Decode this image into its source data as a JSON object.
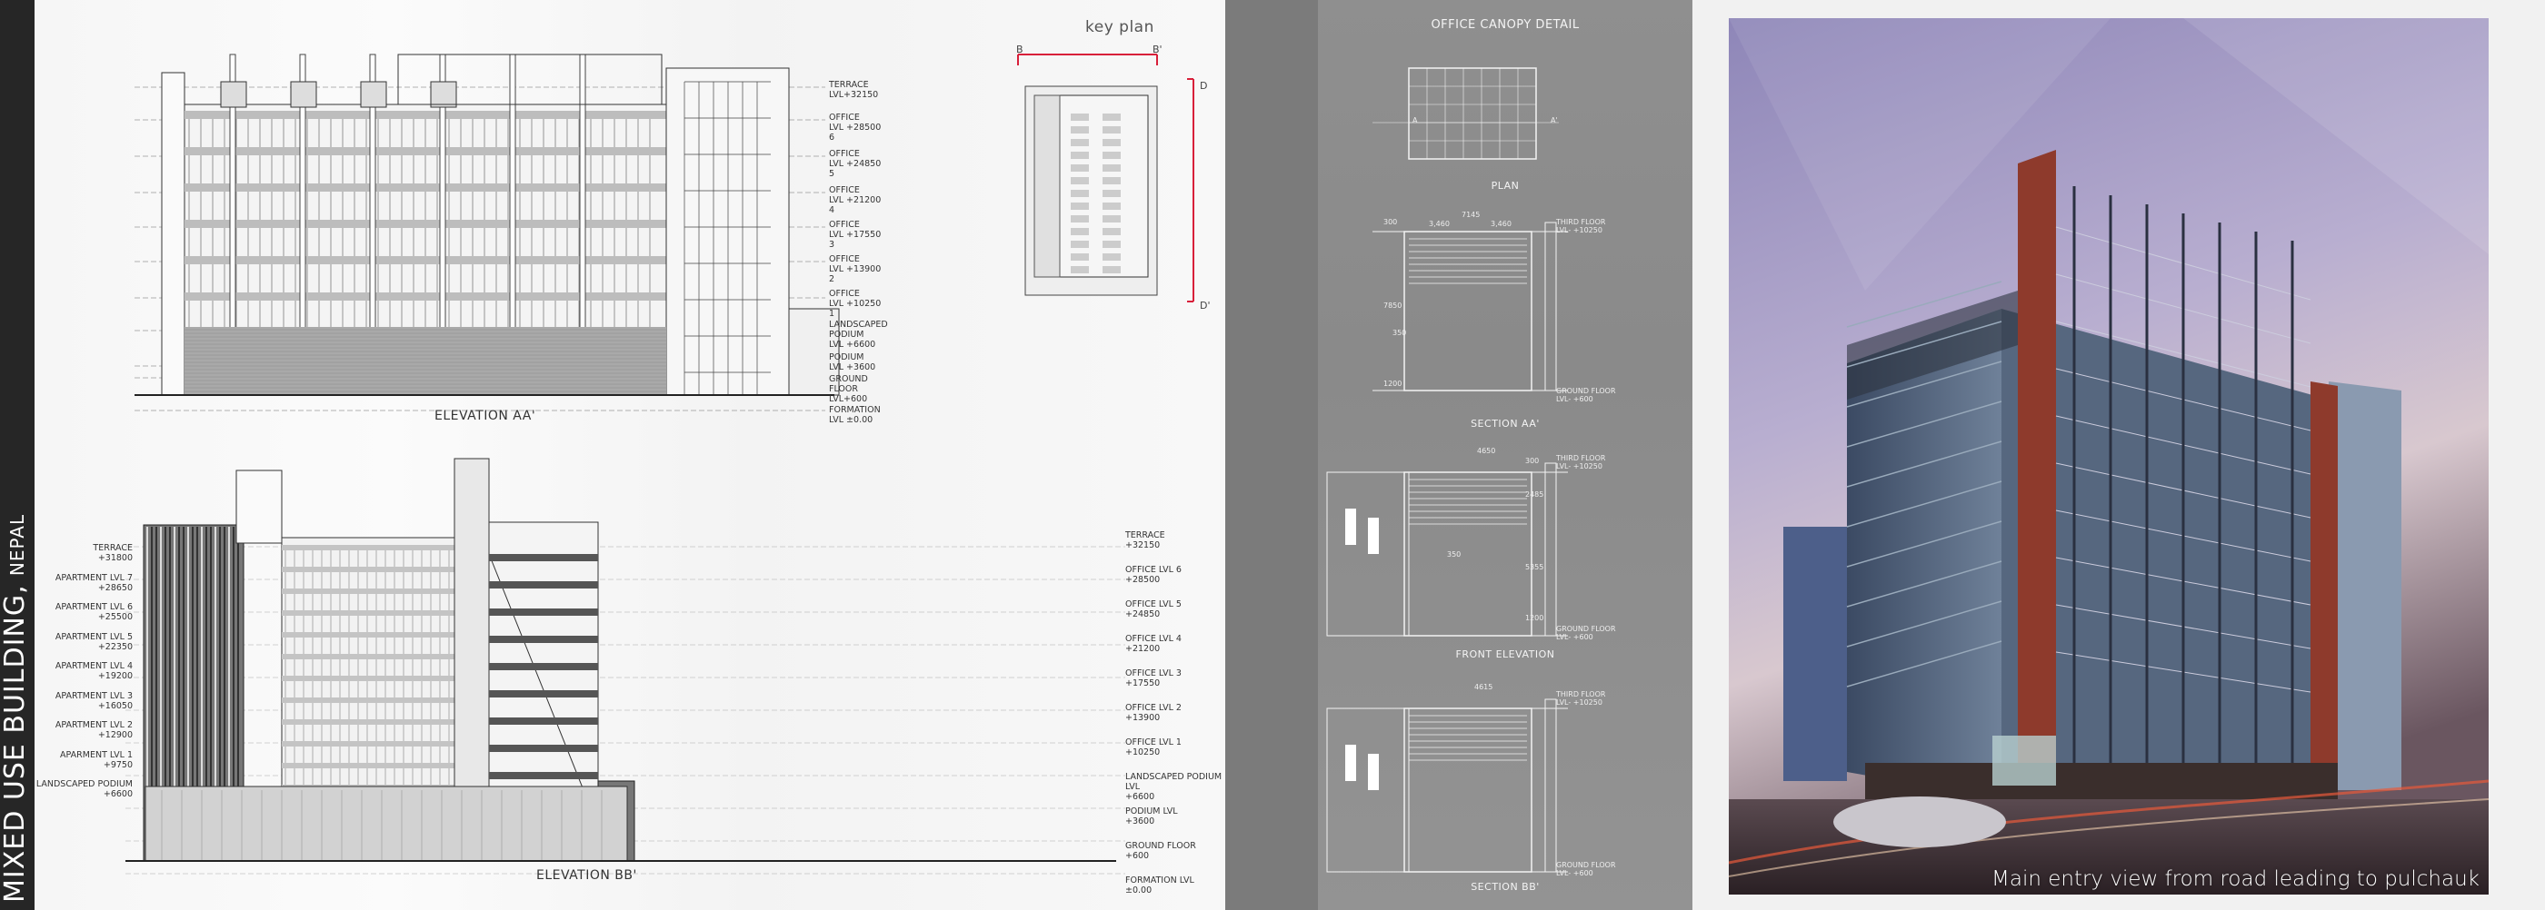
{
  "board": {
    "title_main": "MIXED USE BUILDING,",
    "title_sub": "NEPAL"
  },
  "elevation_aa": {
    "title": "ELEVATION AA'",
    "levels": [
      "TERRACE\nLVL+32150",
      "OFFICE\nLVL +28500\n6",
      "OFFICE\nLVL +24850\n5",
      "OFFICE\nLVL +21200\n4",
      "OFFICE\nLVL +17550\n3",
      "OFFICE\nLVL +13900\n2",
      "OFFICE\nLVL +10250\n1",
      "LANDSCAPED\nPODIUM\nLVL +6600",
      "PODIUM\nLVL +3600",
      "GROUND\nFLOOR\nLVL+600",
      "FORMATION\nLVL ±0.00"
    ]
  },
  "key_plan": {
    "title": "key plan",
    "markers": [
      "B",
      "B'",
      "D",
      "D'"
    ],
    "accent_color": "#d8203a"
  },
  "elevation_bb": {
    "title": "ELEVATION BB'",
    "left_levels": [
      "TERRACE\n+31800",
      "APARTMENT LVL 7\n+28650",
      "APARTMENT LVL 6\n+25500",
      "APARTMENT LVL 5\n+22350",
      "APARTMENT LVL 4\n+19200",
      "APARTMENT LVL 3\n+16050",
      "APARTMENT LVL 2\n+12900",
      "APARMENT LVL 1\n+9750",
      "LANDSCAPED PODIUM\n+6600"
    ],
    "right_levels": [
      "TERRACE\n+32150",
      "OFFICE LVL 6\n+28500",
      "OFFICE LVL 5\n+24850",
      "OFFICE LVL 4\n+21200",
      "OFFICE LVL 3\n+17550",
      "OFFICE LVL 2\n+13900",
      "OFFICE LVL 1\n+10250",
      "LANDSCAPED PODIUM LVL\n+6600",
      "PODIUM LVL\n+3600",
      "GROUND FLOOR\n+600",
      "FORMATION LVL\n±0.00"
    ]
  },
  "canopy_detail": {
    "title": "OFFICE CANOPY DETAIL",
    "plan_title": "PLAN",
    "section_aa_title": "SECTION AA'",
    "front_elevation_title": "FRONT ELEVATION",
    "section_bb_title": "SECTION BB'",
    "plan_markers": [
      "A",
      "A'"
    ],
    "section_aa_dims": {
      "width": "7145",
      "sub_left": "3,460",
      "sub_right": "3,460",
      "top": "300",
      "height": "7850",
      "post": "350",
      "base": "1200"
    },
    "front_elevation_dims": {
      "width": "4650",
      "top": "300",
      "upper": "2485",
      "mid": "5355",
      "post": "350",
      "base": "1200"
    },
    "section_bb_dims": {
      "width": "4615"
    },
    "third_floor": "THIRD FLOOR\nLVL- +10250",
    "ground_floor": "GROUND FLOOR\nLVL- +600"
  },
  "render": {
    "caption": "Main entry view from road leading to pulchauk"
  }
}
